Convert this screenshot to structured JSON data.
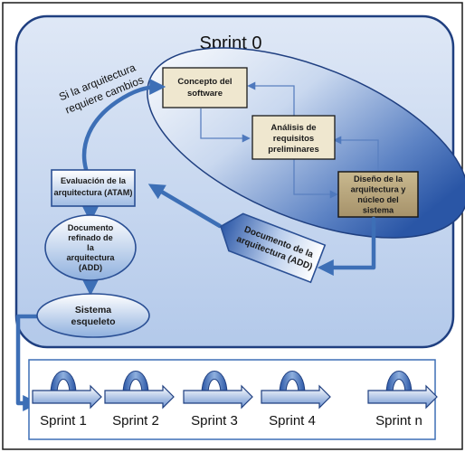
{
  "title": "Sprint 0",
  "loop_label": [
    "Si la arquitectura",
    "requiere cambios"
  ],
  "nodes": {
    "concepto": [
      "Concepto del",
      "software"
    ],
    "analisis": [
      "Análisis de",
      "requisitos",
      "preliminares"
    ],
    "diseno": [
      "Diseño de la",
      "arquitectura y",
      "núcleo del",
      "sistema"
    ],
    "evaluacion": [
      "Evaluación de la",
      "arquitectura (ATAM)"
    ],
    "documento_refinado": [
      "Documento",
      "refinado de",
      "la",
      "arquitectura",
      "(ADD)"
    ],
    "documento_arquitectura": [
      "Documento de la",
      "arquitectura (ADD)"
    ],
    "sistema_esqueleto": [
      "Sistema",
      "esqueleto"
    ]
  },
  "sprints": [
    "Sprint 1",
    "Sprint 2",
    "Sprint 3",
    "Sprint 4",
    "Sprint n"
  ],
  "colors": {
    "arrow": "#3d6fb6",
    "box_fill_light": "#efe7cf",
    "box_fill_dark": "#b4a27a",
    "panel": "#bfd3ee",
    "ellipse_dark": "#2a56a6"
  }
}
